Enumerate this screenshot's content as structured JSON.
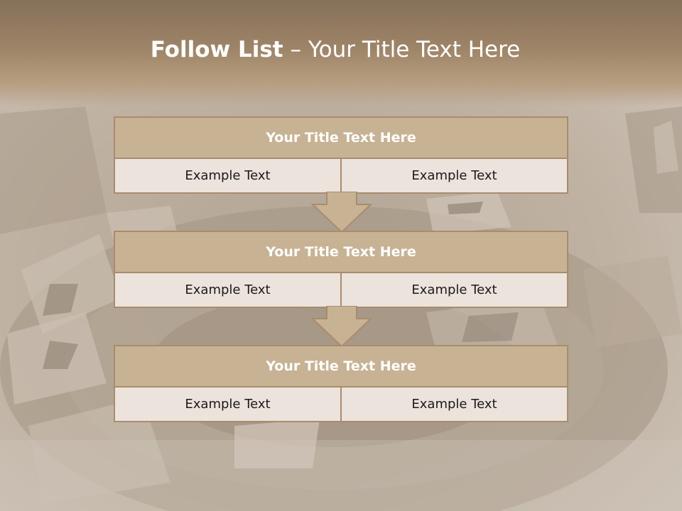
{
  "slide": {
    "title_bold": "Follow List",
    "title_rest": " – Your Title Text Here"
  },
  "steps": [
    {
      "title": "Your Title Text Here",
      "left": "Example Text",
      "right": "Example Text"
    },
    {
      "title": "Your Title Text Here",
      "left": "Example Text",
      "right": "Example Text"
    },
    {
      "title": "Your Title Text Here",
      "left": "Example Text",
      "right": "Example Text"
    }
  ],
  "colors": {
    "header": "#9e8467",
    "box_title_fill": "#c8b294",
    "box_row_fill": "#ece3dc",
    "border": "#a88d6c"
  }
}
